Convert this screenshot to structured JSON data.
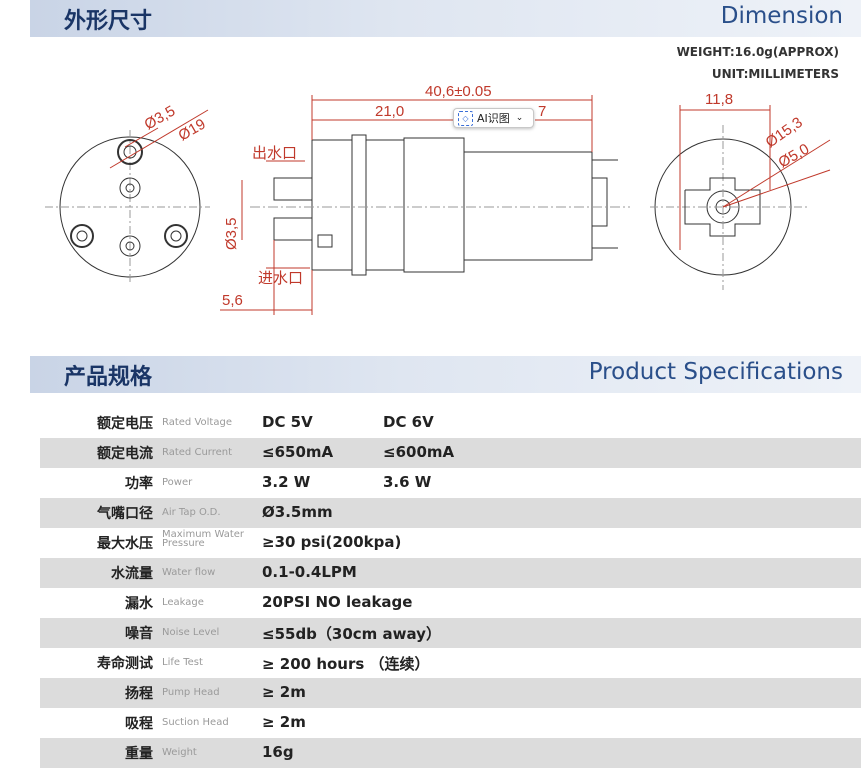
{
  "dimension": {
    "title_zh": "外形尺寸",
    "title_en": "Dimension",
    "weight": "WEIGHT:16.0g(APPROX)",
    "unit": "UNIT:MILLIMETERS",
    "labels": {
      "d3_5_left": "Ø3,5",
      "d19": "Ø19",
      "length_total": "40,6±0.05",
      "length_21": "21,0",
      "length_7": "7",
      "outlet": "出水口",
      "inlet": "进水口",
      "d3_5_side": "Ø3,5",
      "len_5_6": "5,6",
      "w11_8": "11,8",
      "d15_3": "Ø15,3",
      "d5_0": "Ø5,0"
    }
  },
  "ai_button": {
    "label": "AI识图"
  },
  "specs": {
    "title_zh": "产品规格",
    "title_en": "Product Specifications",
    "rows": [
      {
        "zh": "额定电压",
        "en": "Rated Voltage",
        "v1": "DC 5V",
        "v2": "DC 6V"
      },
      {
        "zh": "额定电流",
        "en": "Rated Current",
        "v1": "≤650mA",
        "v2": "≤600mA"
      },
      {
        "zh": "功率",
        "en": "Power",
        "v1": "3.2 W",
        "v2": "3.6 W"
      },
      {
        "zh": "气嘴口径",
        "en": "Air Tap O.D.",
        "v1": "Ø3.5mm",
        "v2": ""
      },
      {
        "zh": "最大水压",
        "en": "Maximum Water Pressure",
        "v1": "≥30 psi(200kpa)",
        "v2": ""
      },
      {
        "zh": "水流量",
        "en": "Water flow",
        "v1": "0.1-0.4LPM",
        "v2": ""
      },
      {
        "zh": "漏水",
        "en": "Leakage",
        "v1": "20PSI NO leakage",
        "v2": ""
      },
      {
        "zh": "噪音",
        "en": "Noise Level",
        "v1": "≤55db（30cm away）",
        "v2": ""
      },
      {
        "zh": "寿命测试",
        "en": "Life Test",
        "v1": "≥ 200 hours （连续）",
        "v2": ""
      },
      {
        "zh": "扬程",
        "en": "Pump Head",
        "v1": "≥ 2m",
        "v2": ""
      },
      {
        "zh": "吸程",
        "en": "Suction Head",
        "v1": "≥ 2m",
        "v2": ""
      },
      {
        "zh": "重量",
        "en": "Weight",
        "v1": "16g",
        "v2": ""
      }
    ]
  }
}
